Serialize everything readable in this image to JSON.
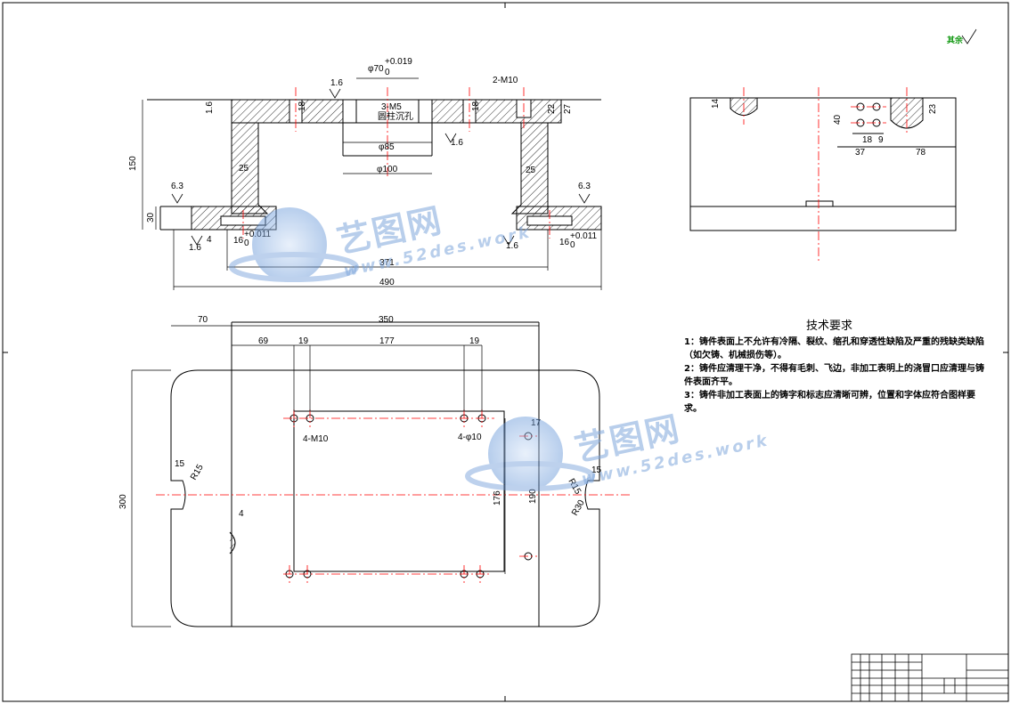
{
  "top_right_mark": "其余",
  "front_view": {
    "dims": {
      "d70": "φ70",
      "d70_tol_upper": "+0.019",
      "d70_tol_lower": "0",
      "m5": "3-M5",
      "m5_note": "圆柱沉孔",
      "m10": "2-M10",
      "d85": "φ85",
      "d100": "φ100",
      "h150": "150",
      "h30": "30",
      "r1_6a": "1.6",
      "r1_6b": "1.6",
      "r1_6c": "1.6",
      "r1_6d": "1.6",
      "r1_6e": "1.6",
      "r6_3a": "6.3",
      "r6_3b": "6.3",
      "w25a": "25",
      "w25b": "25",
      "w16a": "16",
      "w16b": "16",
      "tol16_upper": "+0.011",
      "tol16_lower": "0",
      "w18a": "18",
      "w18b": "18",
      "h22": "22",
      "h27": "27",
      "w4": "4",
      "w371": "371",
      "w490": "490"
    }
  },
  "side_view": {
    "dims": {
      "h14": "14",
      "h40": "40",
      "h23": "23",
      "w18": "18",
      "w9": "9",
      "w37": "37",
      "w78": "78"
    }
  },
  "plan_view": {
    "dims": {
      "w70": "70",
      "w350": "350",
      "w69": "69",
      "w19a": "19",
      "w177": "177",
      "w19b": "19",
      "h300": "300",
      "h176": "176",
      "h190": "190",
      "w17": "17",
      "w15a": "15",
      "w15b": "15",
      "r15a": "R15",
      "r15b": "R15",
      "r30": "R30",
      "w4": "4",
      "m10": "4-M10",
      "d10": "4-φ10"
    }
  },
  "tech": {
    "title": "技术要求",
    "items": [
      "1：铸件表面上不允许有冷隔、裂纹、缩孔和穿透性缺陷及严重的残缺类缺陷（如欠铸、机械损伤等）。",
      "2：铸件应清理干净，不得有毛刺、飞边，非加工表明上的浇冒口应清理与铸件表面齐平。",
      "3：铸件非加工表面上的铸字和标志应清晰可辨，位置和字体应符合图样要求。"
    ]
  },
  "watermark": {
    "brand": "艺图网",
    "url": "www.52des.work"
  },
  "colors": {
    "line": "#000000",
    "centerline": "#ff0000",
    "hatch": "#000000",
    "watermark": "#6f9bd8"
  }
}
